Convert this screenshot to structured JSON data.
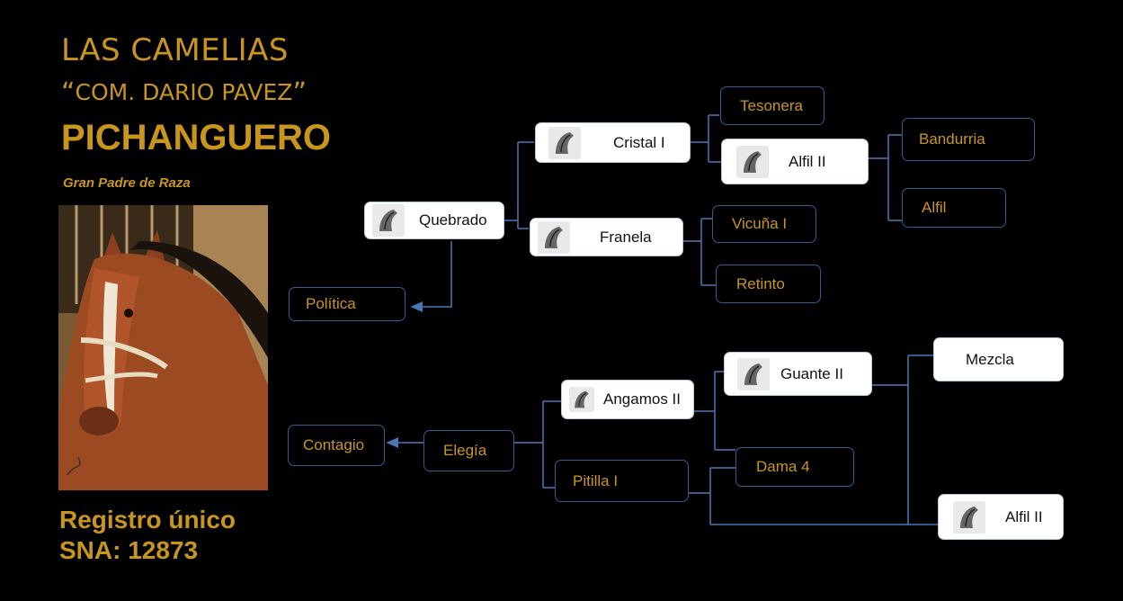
{
  "header": {
    "line1": "LAS CAMELIAS",
    "line2_open": "“",
    "line2": "COM. DARIO PAVEZ",
    "line2_close": "”",
    "name": "PICHANGUERO",
    "subtitle": "Gran Padre de Raza"
  },
  "registry": {
    "line1": "Registro único",
    "line2": "SNA: 12873"
  },
  "nodes": {
    "quebrado": "Quebrado",
    "politica": "Política",
    "cristal": "Cristal I",
    "franela": "Franela",
    "tesonera": "Tesonera",
    "alfil2_top": "Alfil II",
    "bandurria": "Bandurria",
    "alfil": "Alfil",
    "vicuna": "Vicuña I",
    "retinto": "Retinto",
    "contagio": "Contagio",
    "elegia": "Elegía",
    "angamos": "Angamos II",
    "pitilla": "Pitilla I",
    "guante": "Guante II",
    "dama": "Dama 4",
    "mezcla": "Mezcla",
    "alfil2_bottom": "Alfil II"
  },
  "colors": {
    "gold": "#c9961d",
    "connector": "#4a78b6",
    "box_border": "#2f5d93"
  }
}
